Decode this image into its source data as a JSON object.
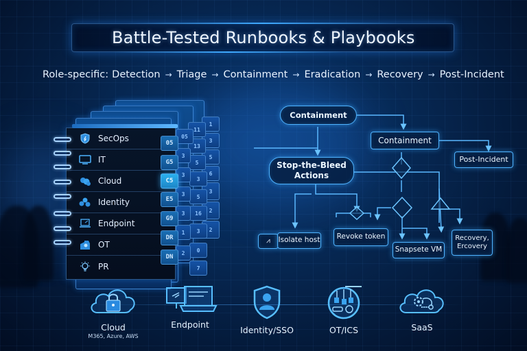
{
  "title": "Battle-Tested Runbooks & Playbooks",
  "flow": {
    "prefix": "Role-specific:",
    "steps": [
      "Detection",
      "Triage",
      "Containment",
      "Eradication",
      "Recovery",
      "Post-Incident"
    ],
    "arrow": "→"
  },
  "binder": {
    "tabs": [
      {
        "label": "SecOps",
        "icon": "shield-icon",
        "code": "05"
      },
      {
        "label": "IT",
        "icon": "monitor-icon",
        "code": "G5"
      },
      {
        "label": "Cloud",
        "icon": "cloud-icon",
        "code": "C5"
      },
      {
        "label": "Identity",
        "icon": "identity-icon",
        "code": "E5"
      },
      {
        "label": "Endpoint",
        "icon": "laptop-icon",
        "code": "G9"
      },
      {
        "label": "OT",
        "icon": "ot-icon",
        "code": "DR"
      },
      {
        "label": "PR",
        "icon": "lightbulb-icon",
        "code": "DN"
      }
    ],
    "active_index": 2,
    "back_tabs_1": [
      "3",
      "3",
      "3",
      "3",
      "1",
      "2"
    ],
    "back_tabs_2": [
      "05",
      "3",
      "5",
      "16",
      "3",
      "0",
      "7"
    ],
    "back_tabs_3": [
      "11",
      "13",
      "5"
    ],
    "back_tabs_4": [
      "1",
      "3",
      "5",
      "6",
      "3",
      "2",
      "2"
    ]
  },
  "flowchart": {
    "containment_top": "Containment",
    "containment_box": "Containment",
    "post_incident": "Post-Incident",
    "stop_bleed_line1": "Stop-the-Bleed",
    "stop_bleed_line2": "Actions",
    "isolate_host": "Isolate host",
    "revoke_token": "Revoke token",
    "snapshot_vm": "Snapsete VM",
    "recovery_line1": "Recovery,",
    "recovery_line2": "Ercovery"
  },
  "bottom": [
    {
      "label": "Cloud",
      "sub": "M365, Azure, AWS",
      "icon": "cloud-lock-icon"
    },
    {
      "label": "Endpoint",
      "icon": "devices-icon"
    },
    {
      "label": "Identity/SSO",
      "icon": "shield-user-icon"
    },
    {
      "label": "OT/ICS",
      "icon": "ics-icon"
    },
    {
      "label": "SaaS",
      "icon": "cloud-gear-icon"
    }
  ],
  "colors": {
    "accent": "#4fb3ff",
    "background": "#041a3a",
    "active_tab": "#2bb0ee"
  }
}
